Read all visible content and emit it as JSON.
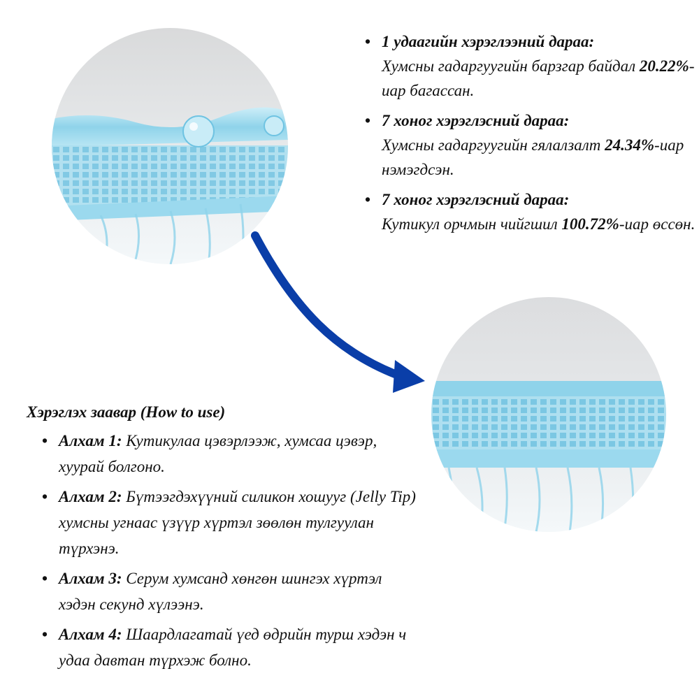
{
  "images": {
    "before": {
      "icon": "nail-surface-before-image"
    },
    "after": {
      "icon": "nail-surface-after-image"
    }
  },
  "arrow": {
    "icon": "curved-arrow-icon",
    "color": "#0a3ea8"
  },
  "results": [
    {
      "heading": "1 удаагийн хэрэглээний дараа:",
      "pre": "Хумсны гадаргуугийн барзгар байдал ",
      "value": "20.22%",
      "post": "-иар багассан."
    },
    {
      "heading": "7 хоног хэрэглэсний дараа:",
      "pre": "Хумсны гадаргуугийн гялалзалт ",
      "value": "24.34%",
      "post": "-иар нэмэгдсэн."
    },
    {
      "heading": "7 хоног хэрэглэсний дараа:",
      "pre": "Кутикул орчмын чийгшил ",
      "value": "100.72%",
      "post": "-иар өссөн."
    }
  ],
  "how_to": {
    "title": "Хэрэглэх заавар (How to use)",
    "steps": [
      {
        "label": "Алхам 1:",
        "text": " Кутикулаа цэвэрлээж, хумсаа цэвэр, хуурай болгоно."
      },
      {
        "label": "Алхам 2:",
        "text": " Бүтээгдэхүүний силикон хошууг (Jelly Tip) хумсны угнаас үзүүр хүртэл зөөлөн тулгуулан түрхэнэ."
      },
      {
        "label": "Алхам 3:",
        "text": " Серум хумсанд хөнгөн шингэх хүртэл хэдэн секунд хүлээнэ."
      },
      {
        "label": "Алхам 4:",
        "text": " Шаардлагатай үед өдрийн турш хэдэн ч удаа давтан түрхэж болно."
      }
    ]
  },
  "colors": {
    "gel": "#8fd3ea",
    "gel_dark": "#4fb3d8",
    "background_gray": "#dedfe0",
    "arrow": "#0a3ea8"
  }
}
